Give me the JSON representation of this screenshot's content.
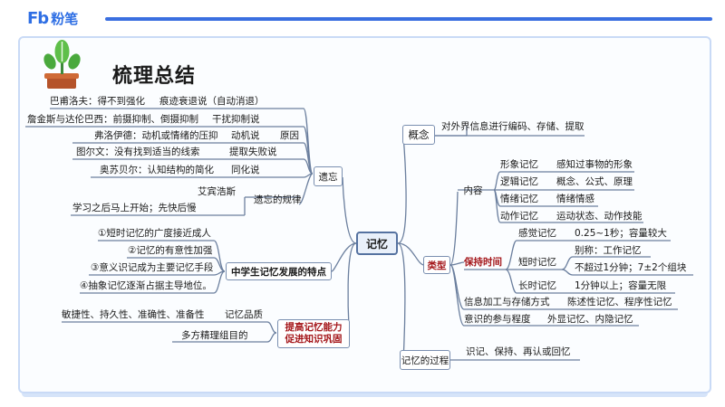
{
  "brand": {
    "logo_mark": "Fb",
    "logo_text": "粉笔"
  },
  "title": "梳理总结",
  "center": "记忆",
  "right": {
    "concept": {
      "label": "概念",
      "text": "对外界信息进行编码、存储、提取"
    },
    "types": {
      "label": "类型",
      "content": {
        "label": "内容",
        "items": [
          {
            "name": "形象记忆",
            "desc": "感知过事物的形象"
          },
          {
            "name": "逻辑记忆",
            "desc": "概念、公式、原理"
          },
          {
            "name": "情绪记忆",
            "desc": "情绪情感"
          },
          {
            "name": "动作记忆",
            "desc": "运动状态、动作技能"
          }
        ]
      },
      "duration": {
        "label": "保持时间",
        "sensory": {
          "name": "感觉记忆",
          "desc": "0.25~1秒；容量较大"
        },
        "short": {
          "name": "短时记忆",
          "alias": "别称：工作记忆",
          "spec": "不超过1分钟；7±2个组块"
        },
        "long": {
          "name": "长时记忆",
          "desc": "1分钟以上；容量无限"
        }
      },
      "processing": {
        "name": "信息加工与存储方式",
        "desc": "陈述性记忆、程序性记忆"
      },
      "awareness": {
        "name": "意识的参与程度",
        "desc": "外显记忆、内隐记忆"
      }
    },
    "process": {
      "label": "记忆的过程",
      "text": "识记、保持、再认或回忆"
    }
  },
  "left": {
    "forget": {
      "label": "遗忘",
      "reasons_label": "原因",
      "theories": [
        {
          "who": "巴甫洛夫：得不到强化",
          "name": "痕迹衰退说（自动消退）"
        },
        {
          "who": "詹金斯与达伦巴西：前摄抑制、倒摄抑制",
          "name": "干扰抑制说"
        },
        {
          "who": "弗洛伊德：动机或情绪的压抑",
          "name": "动机说"
        },
        {
          "who": "图尔文：没有找到适当的线索",
          "name": "提取失败说"
        },
        {
          "who": "奥苏贝尔：认知结构的简化",
          "name": "同化说"
        }
      ],
      "rule_person": "艾宾浩斯",
      "rule_label": "遗忘的规律",
      "rule_text": "学习之后马上开始；先快后慢"
    },
    "dev": {
      "label": "中学生记忆发展的特点",
      "items": [
        "①短时记忆的广度接近成人",
        "②记忆的有意性加强",
        "③意义识记成为主要记忆手段",
        "④抽象记忆逐渐占据主导地位。"
      ]
    },
    "improve": {
      "label_1": "提高记忆能力",
      "label_2": "促进知识巩固",
      "quality_text": "敏捷性、持久性、准确性、准备性",
      "quality_label": "记忆品质",
      "method": "多方精理组目的"
    }
  }
}
